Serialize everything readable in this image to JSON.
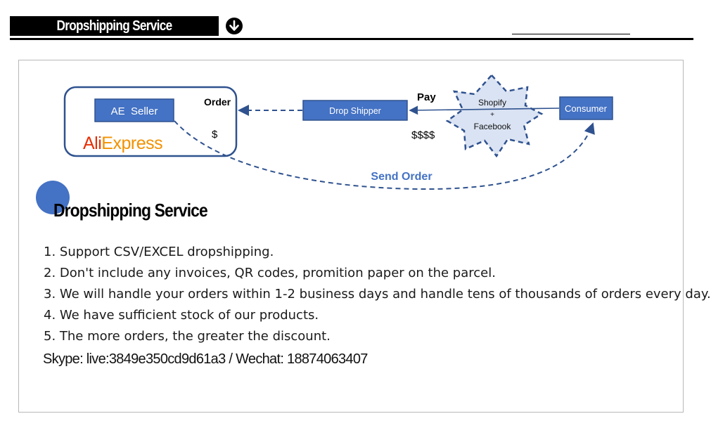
{
  "header": {
    "title": "Dropshipping Service",
    "icon": "arrow-down-circle-icon"
  },
  "diagram": {
    "ae_seller": "AE  Seller",
    "aliexpress_logo": "AliExpress",
    "order_label": "Order",
    "dollar_label": "$",
    "drop_shipper": "Drop Shipper",
    "pay_label": "Pay",
    "dollars_label": "$$$$",
    "star_line1": "Shopify",
    "star_line2": "+",
    "star_line3": "Facebook",
    "consumer": "Consumer",
    "send_order": "Send Order",
    "colors": {
      "box_fill": "#4472c4",
      "box_border": "#2f528f",
      "dash": "#2f528f",
      "star_fill": "#dae3f3",
      "send_order_text": "#4472c4",
      "ali_red": "#e62e04",
      "ali_orange": "#f29100"
    }
  },
  "section": {
    "title": "Dropshipping Service",
    "items": [
      "1. Support CSV/EXCEL dropshipping.",
      "2. Don't include any invoices, QR codes, promition paper on the parcel.",
      "3. We will handle your orders within 1-2 business days and handle tens of thousands of orders every day.",
      "4. We have sufficient stock of our products.",
      "5. The more orders, the greater the discount."
    ],
    "contact": "Skype: live:3849e350cd9d61a3 / Wechat: 18874063407"
  }
}
